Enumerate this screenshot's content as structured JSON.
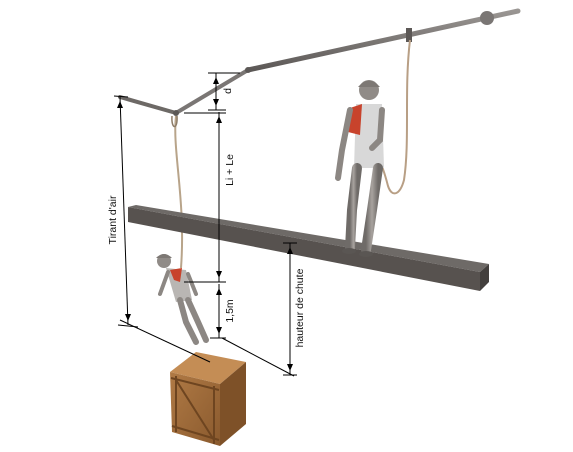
{
  "labels": {
    "tirant_air": "Tirant d'air",
    "d": "d",
    "li_le": "Li + Le",
    "one_five_m": "1,5m",
    "hauteur_chute": "hauteur de chute"
  },
  "colors": {
    "rail": "#7a7674",
    "platform_top": "#6e6a67",
    "platform_side": "#4e4a48",
    "figure_body": "#8f8a86",
    "figure_vest": "#d9d9d9",
    "figure_accent": "#c8432c",
    "rope": "#b8a48a",
    "crate": "#a06a3a",
    "crate_dark": "#6e4520",
    "dim_line": "#000000"
  },
  "icons": [
    "standing-worker-figure",
    "falling-worker-figure",
    "wooden-crate",
    "lifeline-rail"
  ]
}
